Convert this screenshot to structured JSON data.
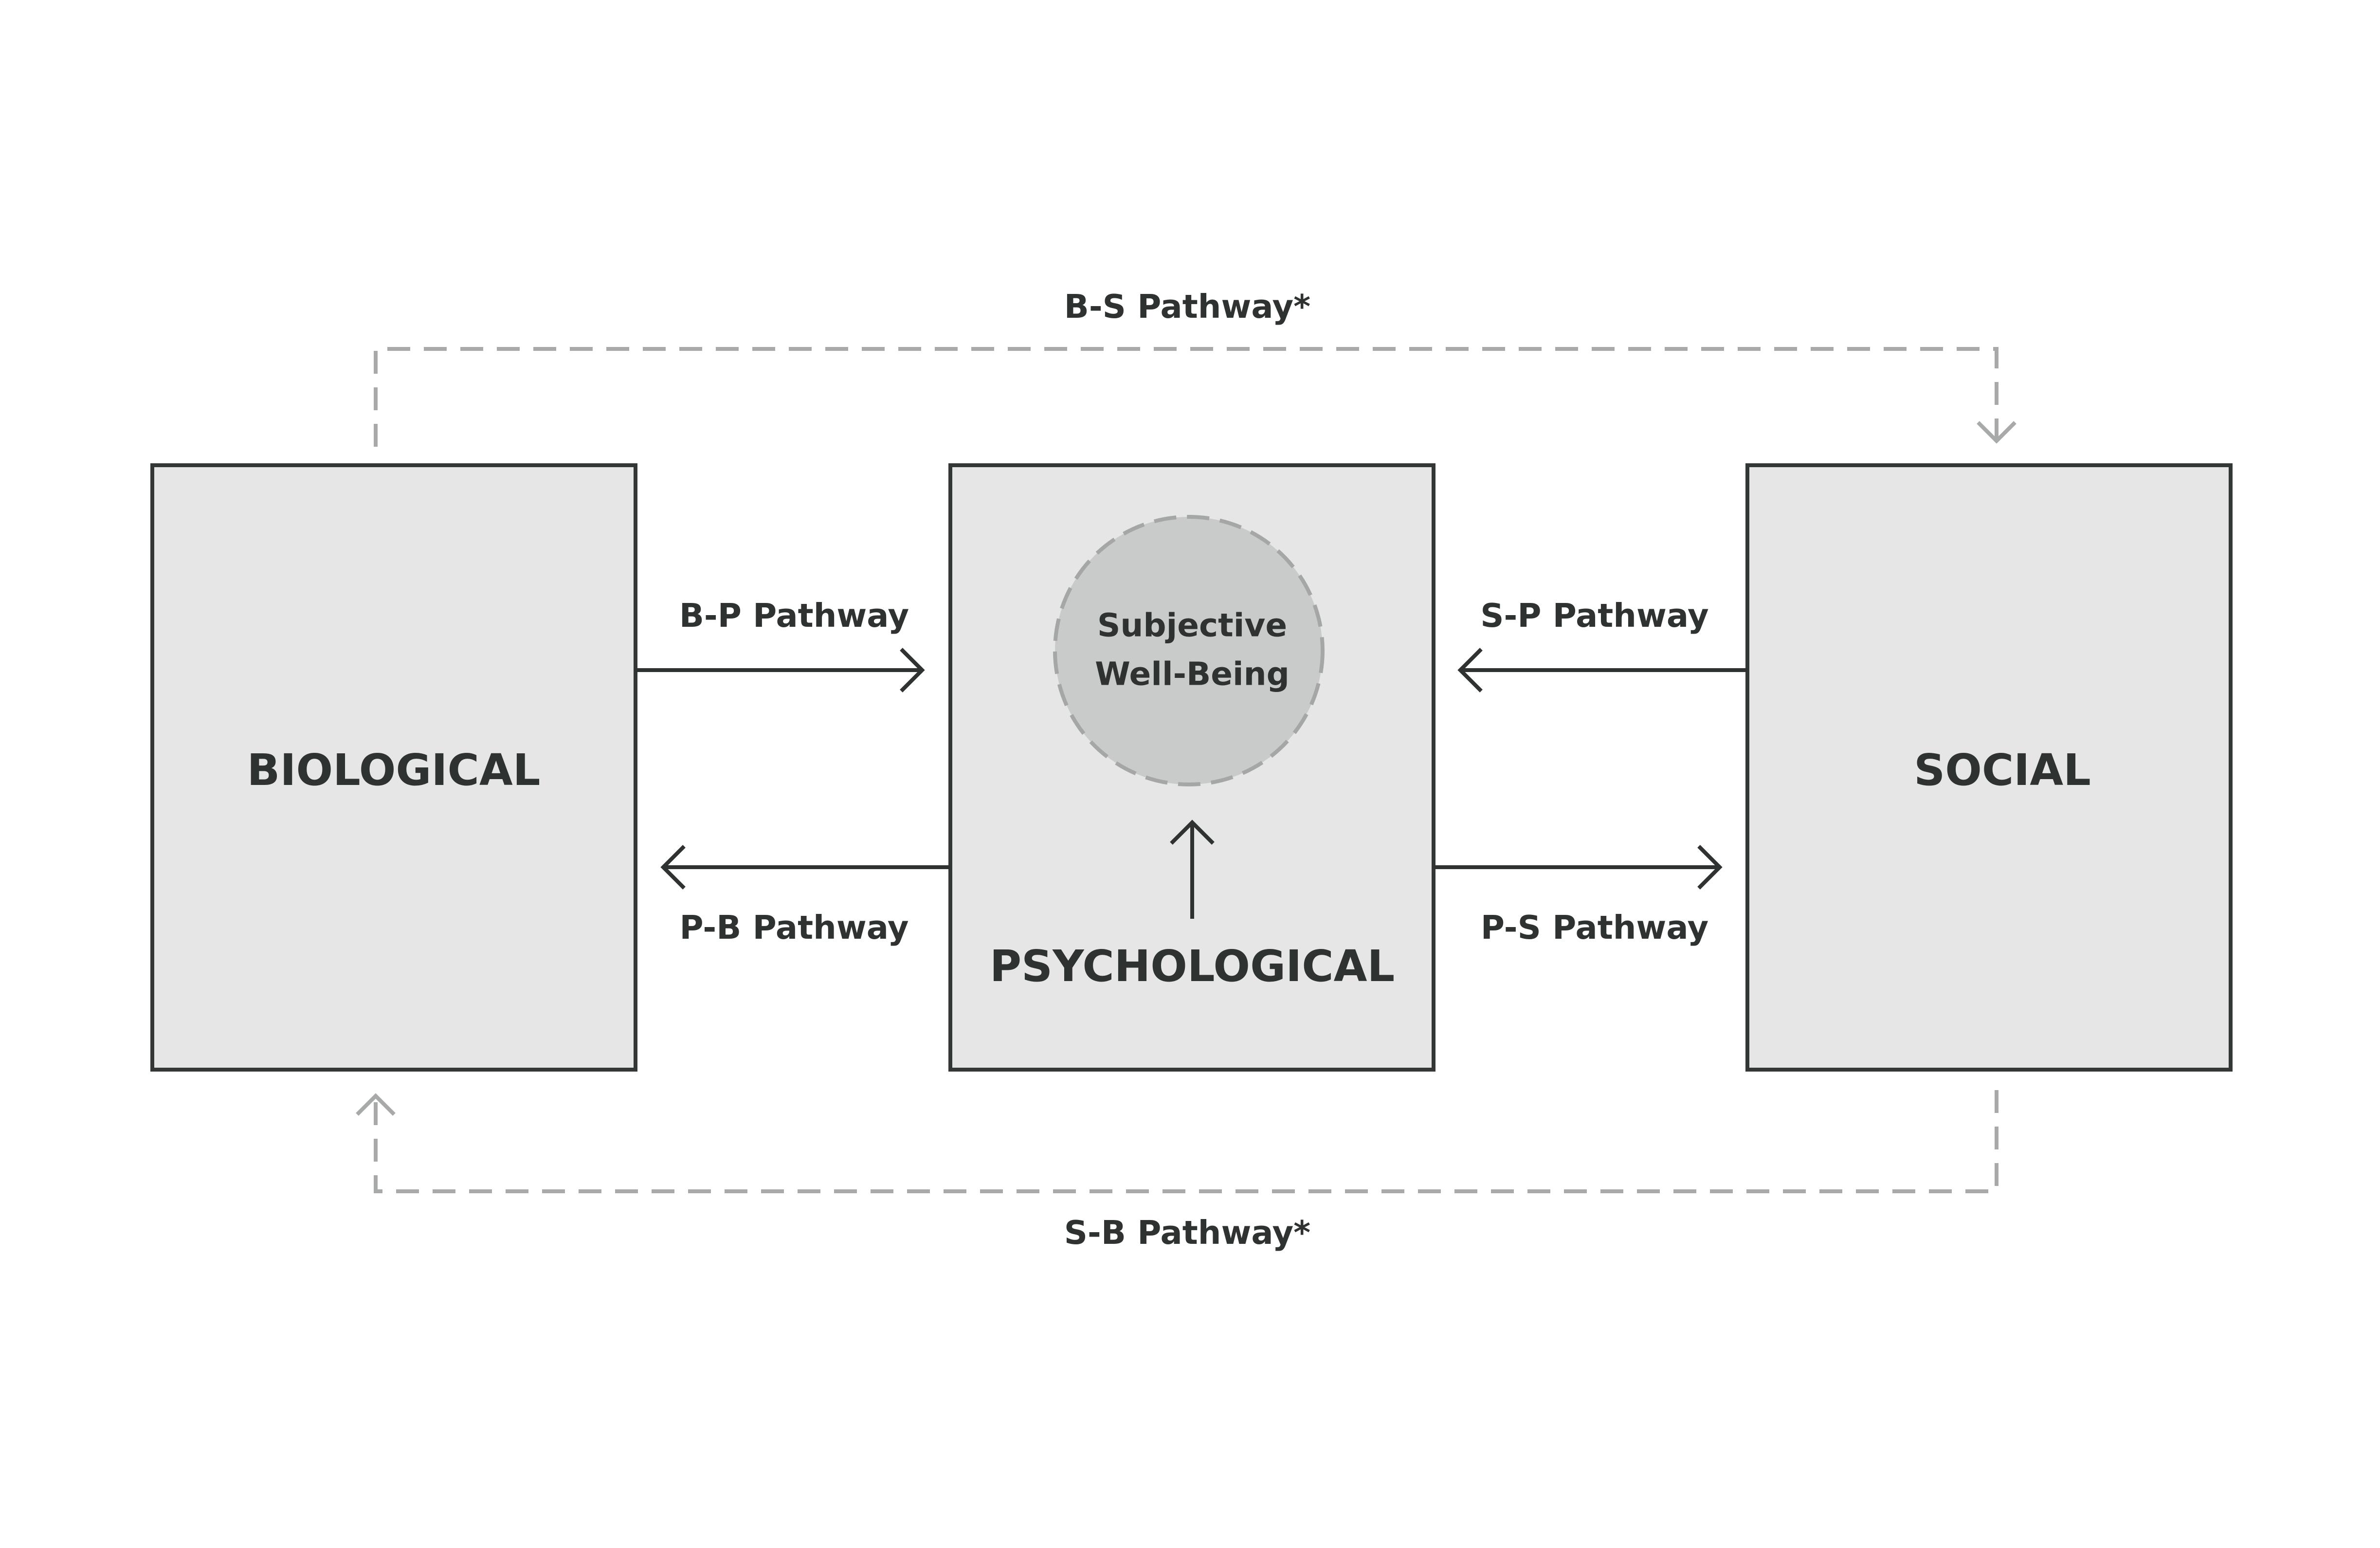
{
  "diagram": {
    "nodes": {
      "biological": "BIOLOGICAL",
      "psychological": "PSYCHOLOGICAL",
      "social": "SOCIAL"
    },
    "inner_node": {
      "line1": "Subjective",
      "line2": "Well-Being"
    },
    "pathways": {
      "bp": "B-P Pathway",
      "pb": "P-B Pathway",
      "sp": "S-P Pathway",
      "ps": "P-S Pathway",
      "bs": "B-S Pathway*",
      "sb": "S-B Pathway*"
    }
  },
  "colors": {
    "box_fill": "#e5e6e5",
    "box_stroke": "#333836",
    "text": "#2e3331",
    "dashed": "#a7aaa8",
    "circle_fill": "#c9cbca"
  }
}
